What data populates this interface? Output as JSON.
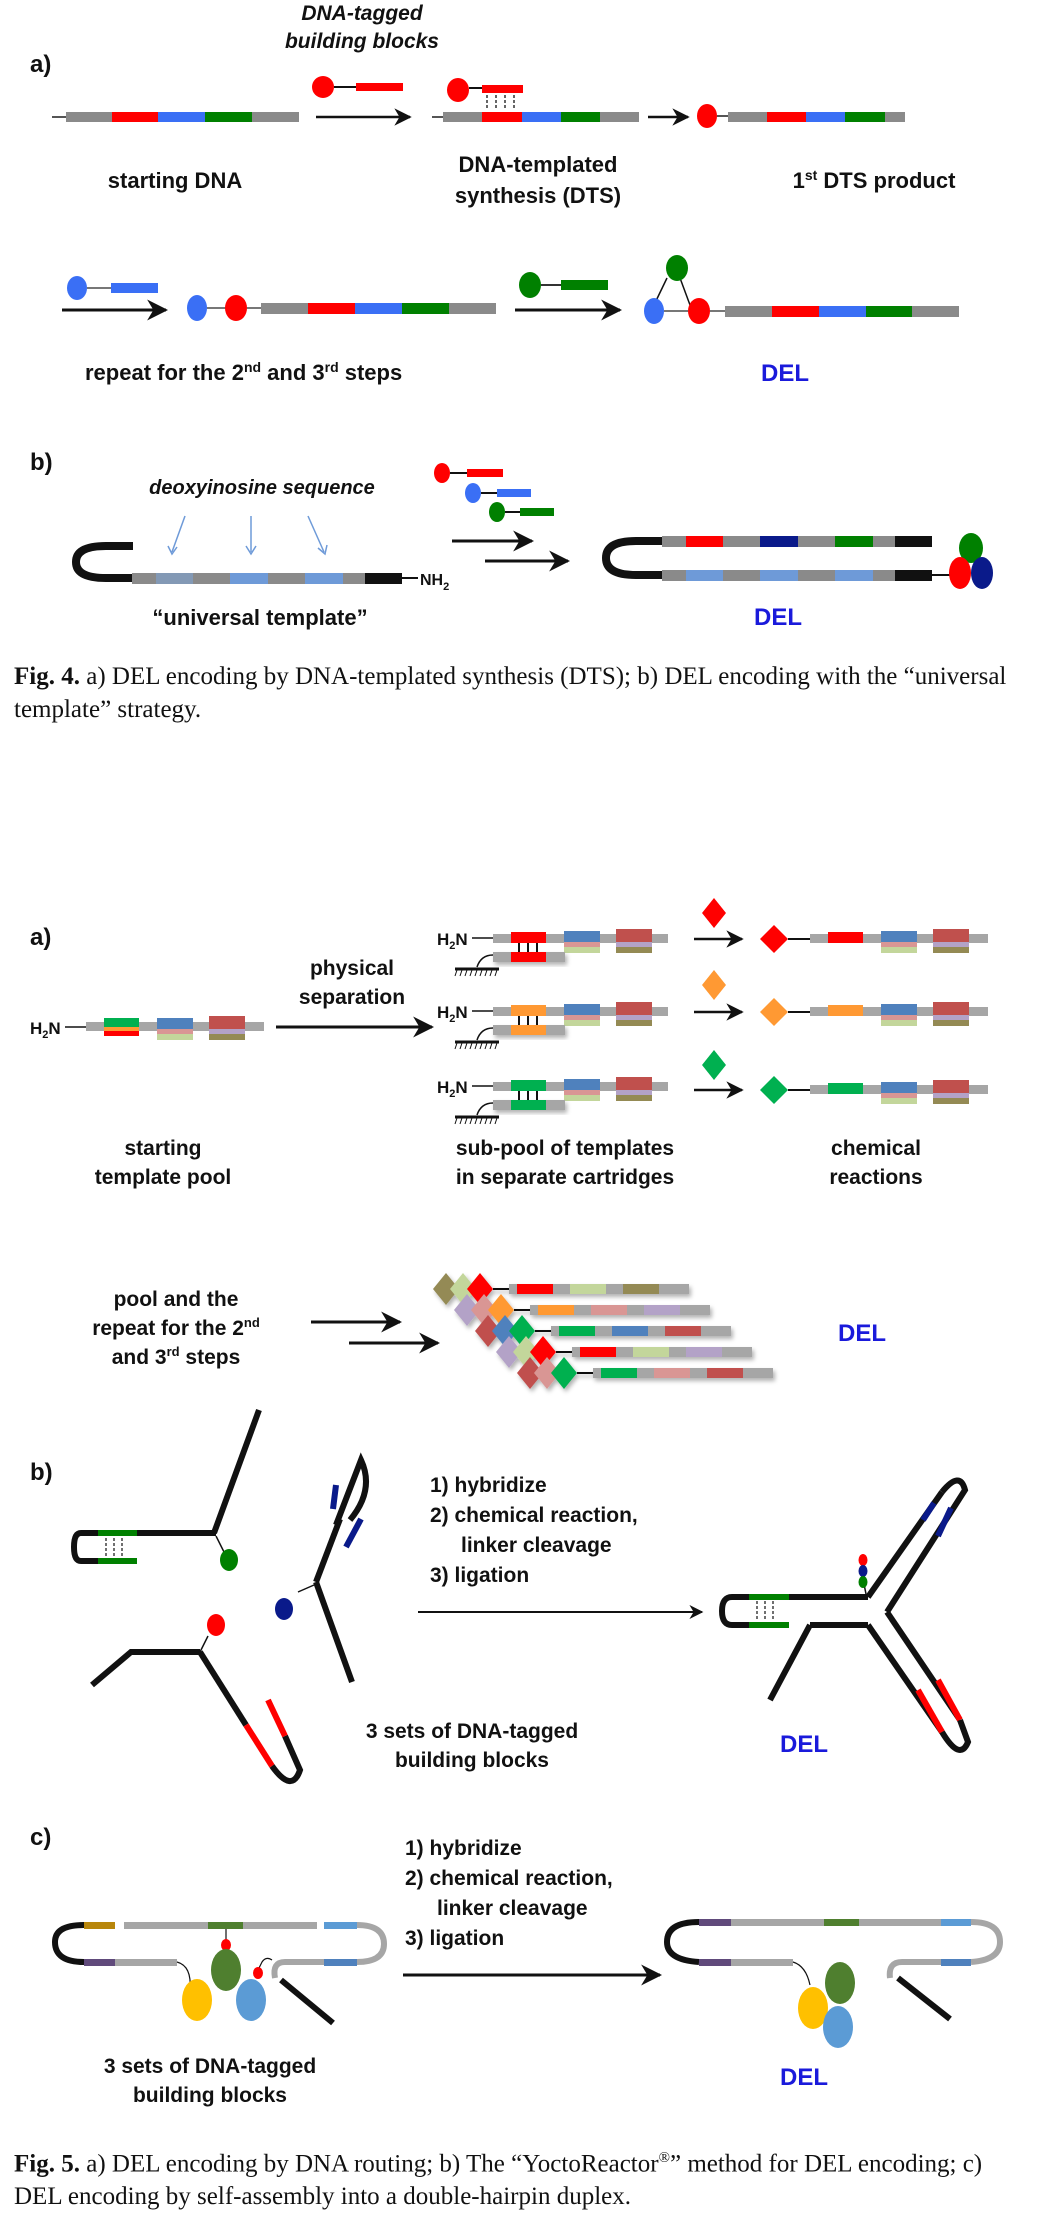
{
  "colors": {
    "gray": "#8a8a8a",
    "red": "#ff0000",
    "blue": "#3a6ff5",
    "green": "#008000",
    "del_text": "#1a1adb",
    "navy": "#0a1a8a",
    "light_blue": "#6e9ad8",
    "orange": "#ff9933",
    "emerald": "#00b050",
    "steel_blue": "#4f81bd",
    "pink": "#d99694",
    "pale_green": "#c3d69b",
    "brick": "#c0504d",
    "lavender": "#b3a2c7",
    "olive": "#948a54",
    "gold": "#ffc000",
    "forest": "#4f7f2f",
    "sky": "#5b9bd5",
    "purple": "#604a7b",
    "mustard": "#b8860b"
  },
  "fig4": {
    "panel_a": {
      "label": "a)",
      "reagent_title_line1": "DNA-tagged",
      "reagent_title_line2": "building blocks",
      "starting_dna": "starting DNA",
      "dts_line1": "DNA-templated",
      "dts_line2": "synthesis (DTS)",
      "product_prefix": "1",
      "product_sup": "st",
      "product_suffix": " DTS product",
      "repeat_a": "repeat for the 2",
      "repeat_sup1": "nd",
      "repeat_b": " and 3",
      "repeat_sup2": "rd",
      "repeat_c": " steps",
      "del": "DEL"
    },
    "panel_b": {
      "label": "b)",
      "deoxyinosine": "deoxyinosine sequence",
      "nh2": "NH",
      "nh2_sub": "2",
      "universal": "“universal template”",
      "del": "DEL"
    },
    "caption": {
      "label": "Fig. 4.",
      "text": " a) DEL encoding by DNA-templated synthesis (DTS); b) DEL encoding with the “universal template” strategy."
    }
  },
  "fig5": {
    "panel_a": {
      "label": "a)",
      "h2n": "H",
      "h2n_sub": "2",
      "h2n_n": "N",
      "physical_line1": "physical",
      "physical_line2": "separation",
      "starting_line1": "starting",
      "starting_line2": "template pool",
      "subpool_line1": "sub-pool of templates",
      "subpool_line2": "in separate cartridges",
      "chem_line1": "chemical",
      "chem_line2": "reactions",
      "pool_line1": "pool and the",
      "pool_line2a": "repeat for the 2",
      "pool_line2_sup": "nd",
      "pool_line3a": "and 3",
      "pool_line3_sup": "rd",
      "pool_line3b": " steps",
      "del": "DEL"
    },
    "panel_b": {
      "label": "b)",
      "step1": "1)  hybridize",
      "step2": "2)  chemical reaction,",
      "step2b": "linker cleavage",
      "step3": "3)  ligation",
      "sets_line1": "3 sets of DNA-tagged",
      "sets_line2": "building blocks",
      "del": "DEL"
    },
    "panel_c": {
      "label": "c)",
      "step1": "1)  hybridize",
      "step2": "2)  chemical reaction,",
      "step2b": "linker cleavage",
      "step3": "3)  ligation",
      "sets_line1": "3 sets of DNA-tagged",
      "sets_line2": "building blocks",
      "del": "DEL"
    },
    "caption": {
      "label": "Fig. 5.",
      "text_a": " a) DEL encoding by DNA routing; b) The “YoctoReactor",
      "reg": "®",
      "text_b": "” method for DEL encoding; c) DEL encoding by self-assembly into a double-hairpin duplex."
    }
  }
}
